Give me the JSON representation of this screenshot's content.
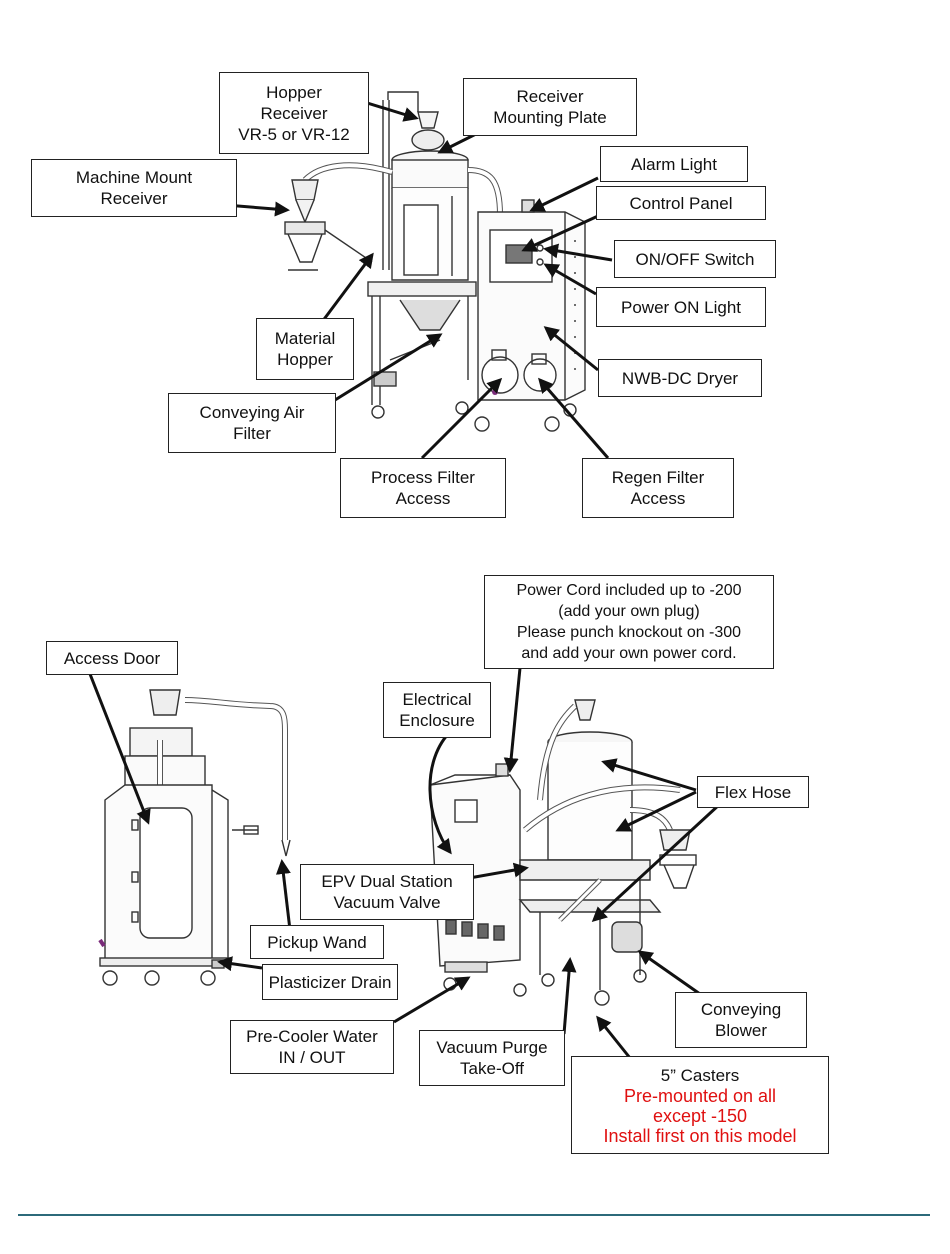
{
  "top_diagram": {
    "labels": {
      "hopper_receiver": [
        "Hopper",
        "Receiver",
        "VR-5 or VR-12"
      ],
      "receiver_mounting_plate": [
        "Receiver",
        "Mounting Plate"
      ],
      "machine_mount_receiver": [
        "Machine Mount",
        "Receiver"
      ],
      "alarm_light": "Alarm Light",
      "control_panel": "Control Panel",
      "on_off_switch": "ON/OFF Switch",
      "power_on_light": "Power ON Light",
      "material_hopper": [
        "Material",
        "Hopper"
      ],
      "nwb_dc_dryer": "NWB-DC Dryer",
      "conveying_air_filter": [
        "Conveying Air",
        "Filter"
      ],
      "process_filter_access": [
        "Process Filter",
        "Access"
      ],
      "regen_filter_access": [
        "Regen Filter",
        "Access"
      ]
    }
  },
  "bottom_diagram": {
    "labels": {
      "power_cord_note": [
        "Power Cord included up to -200",
        "(add your own plug)",
        "Please punch knockout on -300",
        "and add your own power cord."
      ],
      "access_door": "Access Door",
      "electrical_enclosure": [
        "Electrical",
        "Enclosure"
      ],
      "flex_hose": "Flex Hose",
      "epv_dual_station": [
        "EPV Dual Station",
        "Vacuum Valve"
      ],
      "pickup_wand": "Pickup Wand",
      "plasticizer_drain": "Plasticizer Drain",
      "conveying_blower": [
        "Conveying",
        "Blower"
      ],
      "pre_cooler_water": [
        "Pre-Cooler Water",
        "IN / OUT"
      ],
      "vacuum_purge": [
        "Vacuum Purge",
        "Take-Off"
      ],
      "casters_title": "5” Casters",
      "casters_note": [
        "Pre-mounted on all",
        "except -150",
        "Install first on this model"
      ]
    }
  },
  "colors": {
    "note_red": "#e01010",
    "footer_rule": "#2c6a7a",
    "line": "#222222"
  }
}
